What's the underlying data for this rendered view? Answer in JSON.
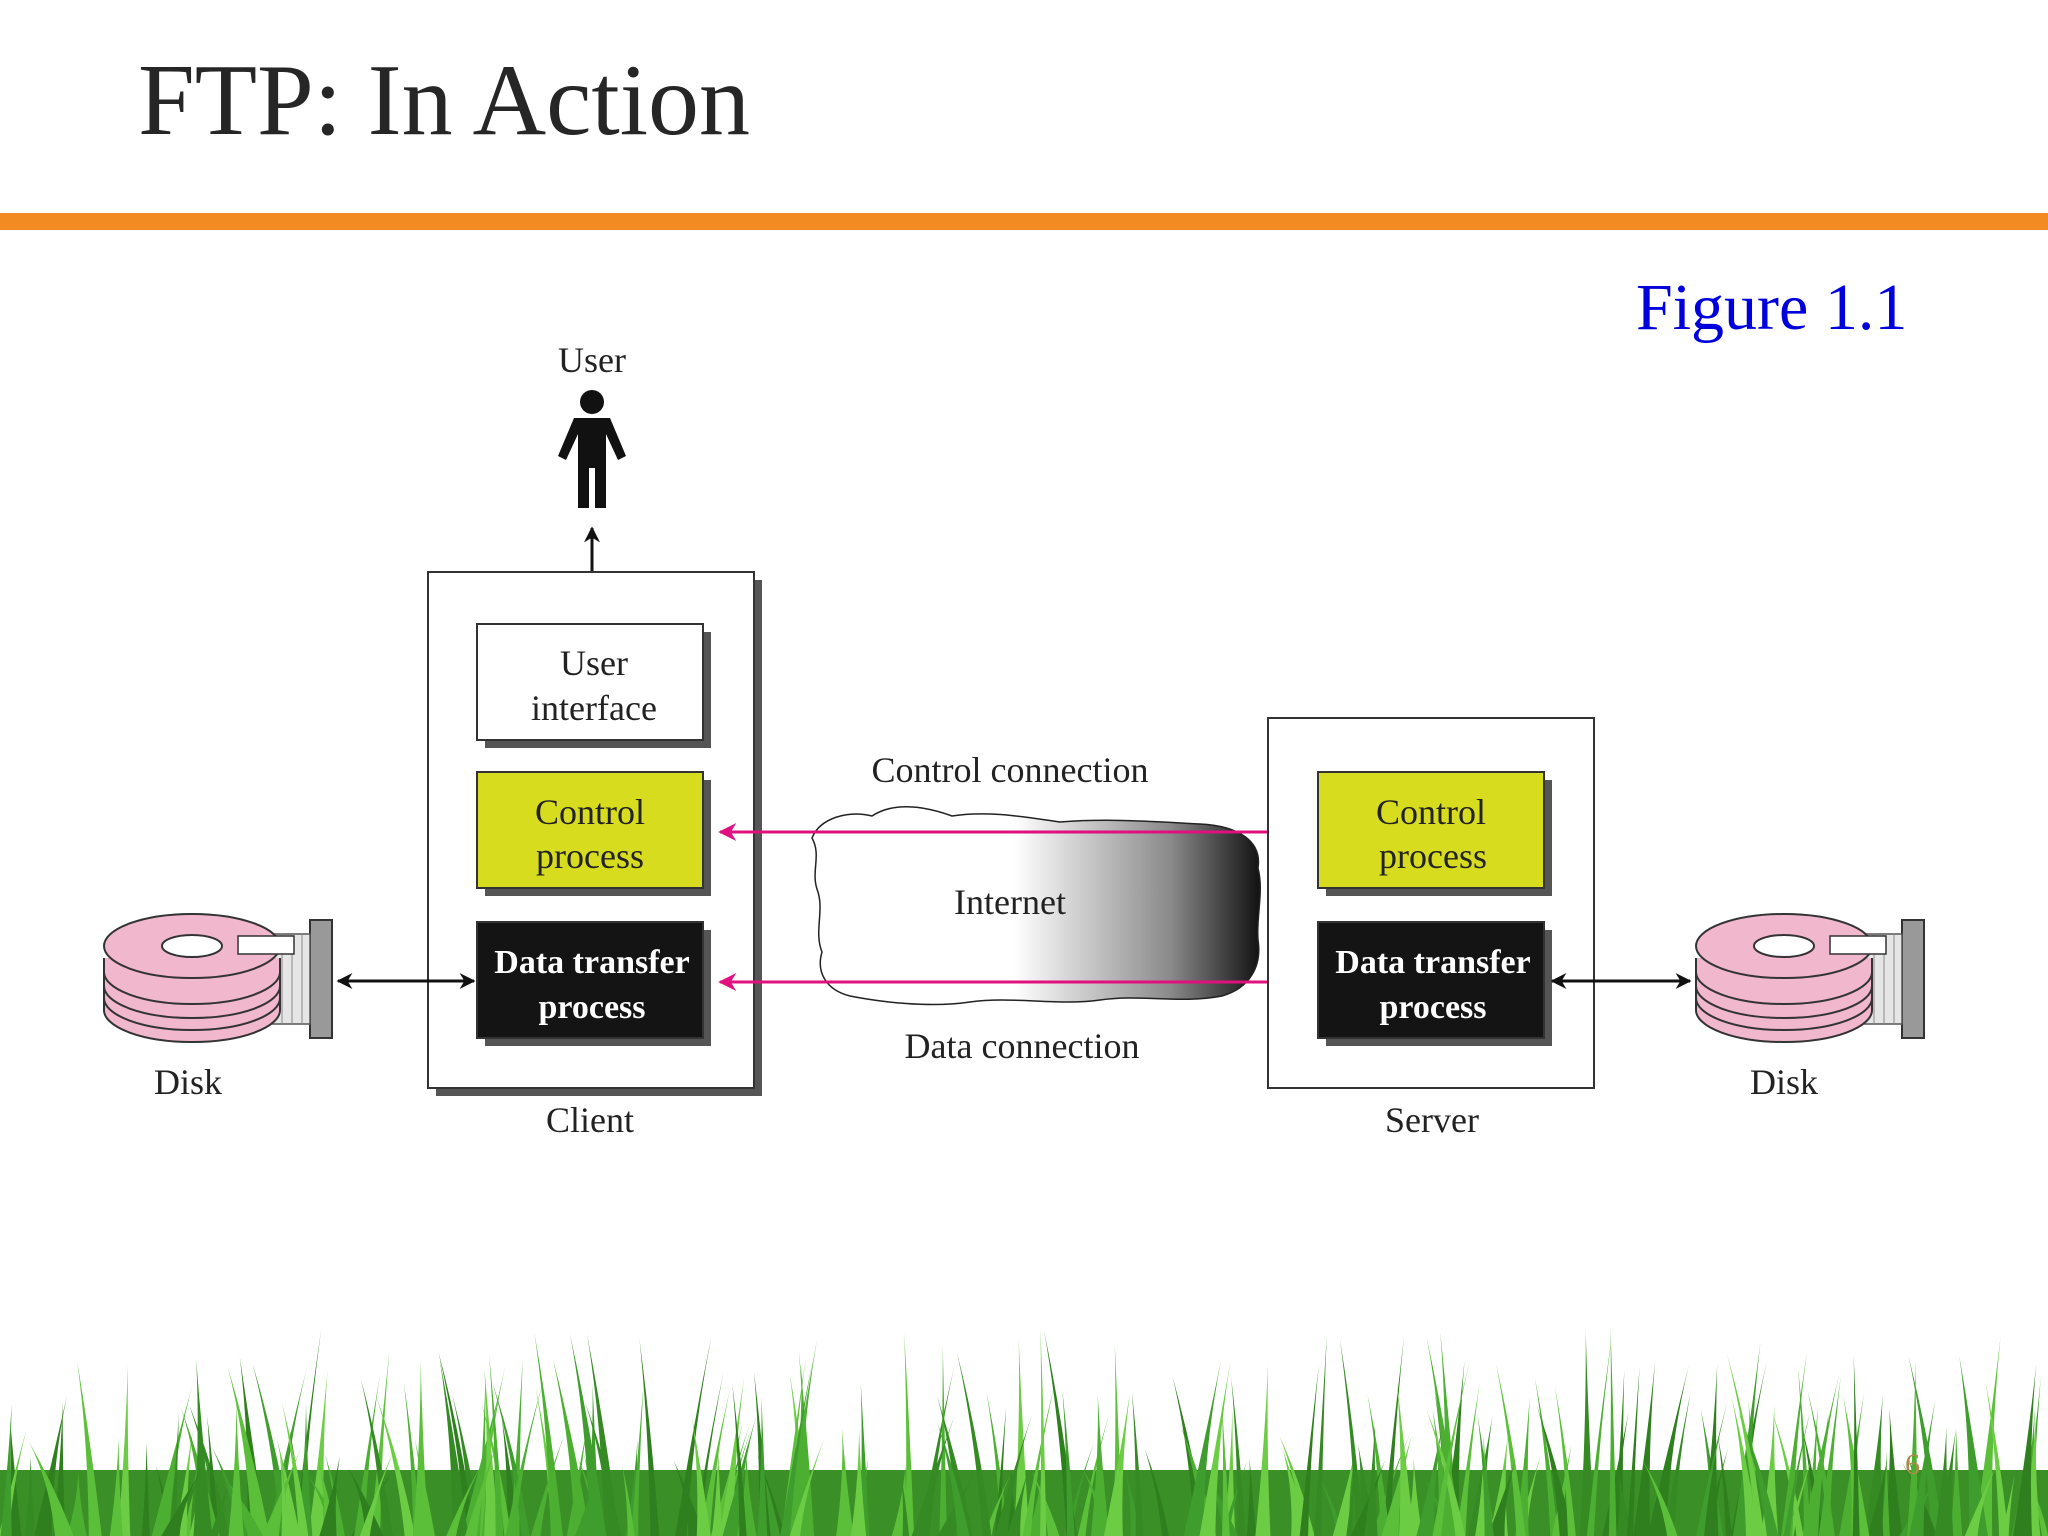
{
  "slide": {
    "title": "FTP: In Action",
    "figure_label": "Figure 1.1",
    "page_number": "6"
  },
  "diagram": {
    "user": "User",
    "client": {
      "caption": "Client",
      "user_interface": [
        "User",
        "interface"
      ],
      "control_process": [
        "Control",
        "process"
      ],
      "data_transfer_process": [
        "Data transfer",
        "process"
      ],
      "disk": "Disk"
    },
    "server": {
      "caption": "Server",
      "control_process": [
        "Control",
        "process"
      ],
      "data_transfer_process": [
        "Data transfer",
        "process"
      ],
      "disk": "Disk"
    },
    "internet": "Internet",
    "control_connection": "Control connection",
    "data_connection": "Data connection"
  },
  "colors": {
    "accent_rule": "#f28b22",
    "figure_label": "#0000dd",
    "control_box": "#d8dc1e",
    "data_box": "#141414",
    "connection_arrow": "#e0117e",
    "disk_pink": "#f0b7cd",
    "grass": "#3e9d2c"
  }
}
